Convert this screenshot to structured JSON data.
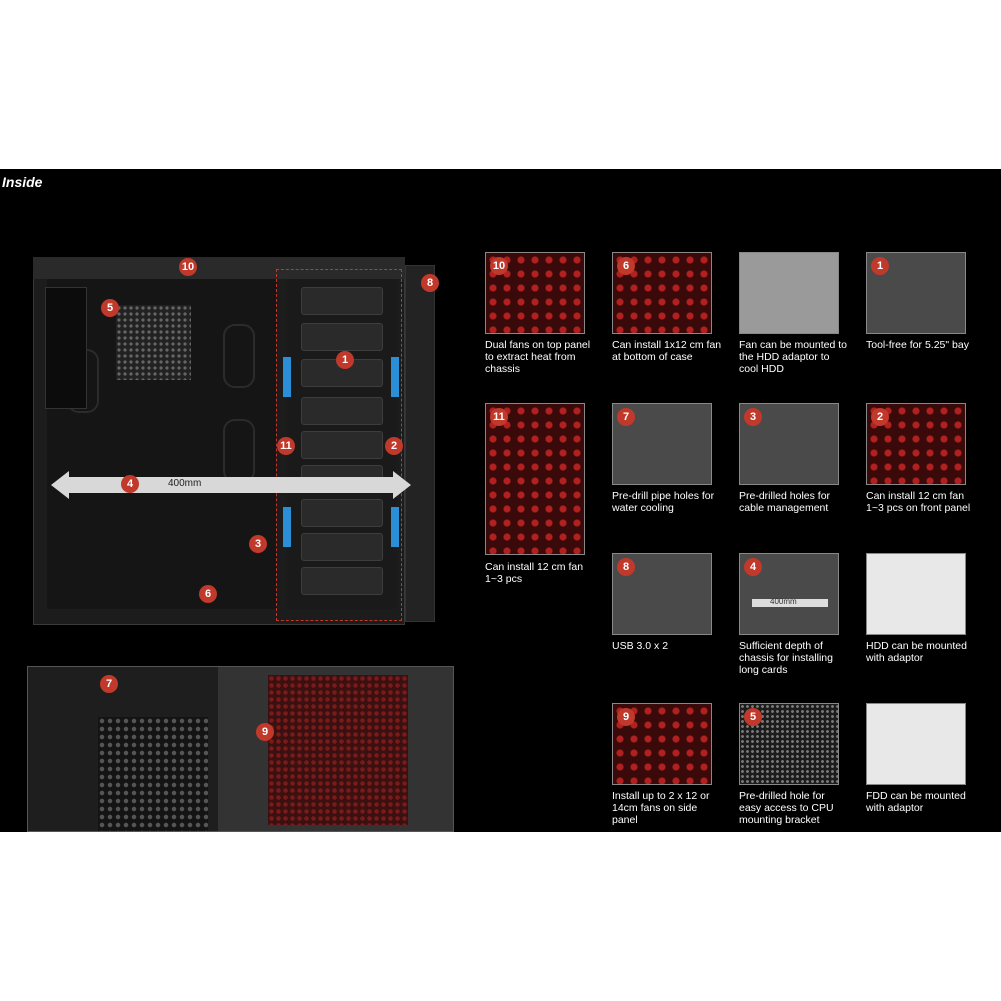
{
  "section_title": "Inside",
  "main_case": {
    "measure_label": "400mm",
    "badges": [
      "10",
      "8",
      "5",
      "1",
      "11",
      "2",
      "4",
      "3",
      "6"
    ]
  },
  "detail_badges": [
    "7",
    "9"
  ],
  "thumbnails": [
    {
      "badge": "10",
      "text": "Dual fans on top panel to extract heat from chassis"
    },
    {
      "badge": "6",
      "text": "Can install 1x12 cm fan at bottom of case"
    },
    {
      "badge": "",
      "text": "Fan can be mounted to the HDD adaptor to cool HDD"
    },
    {
      "badge": "1",
      "text": "Tool-free for 5.25\" bay"
    },
    {
      "badge": "11",
      "text": "Can install 12 cm fan 1~3  pcs"
    },
    {
      "badge": "7",
      "text": "Pre-drill pipe holes for water cooling"
    },
    {
      "badge": "3",
      "text": "Pre-drilled holes for cable management"
    },
    {
      "badge": "2",
      "text": "Can install 12 cm fan 1~3  pcs on front panel"
    },
    {
      "badge": "8",
      "text": "USB 3.0 x 2"
    },
    {
      "badge": "4",
      "text": "Sufficient depth of chassis for installing long cards",
      "inner_label": "400mm"
    },
    {
      "badge": "",
      "text": "HDD can be mounted with adaptor"
    },
    {
      "badge": "9",
      "text": "Install up to 2 x 12 or 14cm fans on side panel"
    },
    {
      "badge": "5",
      "text": "Pre-drilled hole for easy access to CPU mounting bracket"
    },
    {
      "badge": "",
      "text": "FDD can be mounted with adaptor"
    }
  ],
  "colors": {
    "badge": "#c0392b",
    "background": "#000000",
    "accent_arrow": "#2a8fd6"
  }
}
